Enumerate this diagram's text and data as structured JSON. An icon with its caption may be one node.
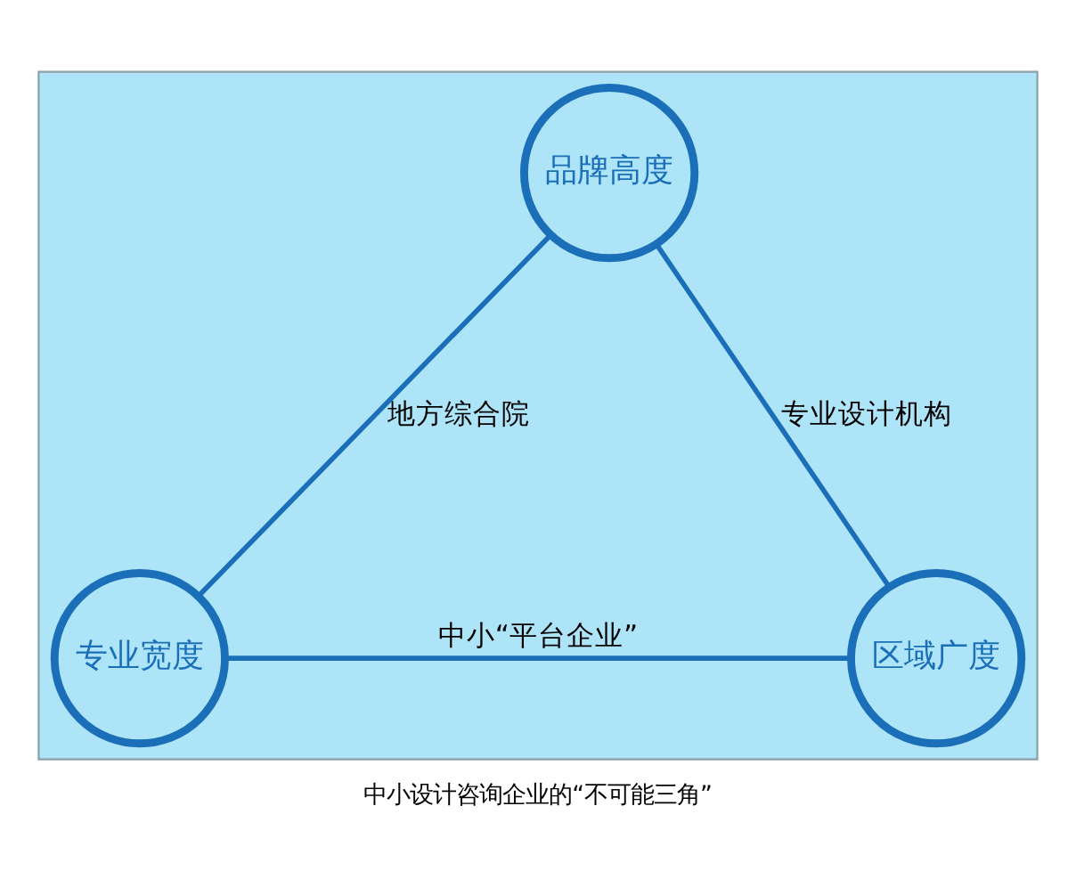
{
  "diagram": {
    "caption": "中小设计咨询企业的“不可能三角”",
    "nodes": [
      {
        "text": [],
        "shape": "box"
      },
      {
        "text": [
          "品牌高度"
        ],
        "in": 0
      },
      {
        "text": [
          "专业宽度"
        ],
        "in": 0
      },
      {
        "text": [
          "区域广度"
        ],
        "in": 0
      }
    ],
    "edges": [
      {
        "from": 1,
        "to": 2,
        "arrow": "none",
        "label": "地方综合院"
      },
      {
        "from": 1,
        "to": 3,
        "arrow": "none",
        "label": "专业设计机构"
      },
      {
        "from": 2,
        "to": 3,
        "arrow": "none",
        "label": "中小“平台企业”"
      }
    ]
  }
}
